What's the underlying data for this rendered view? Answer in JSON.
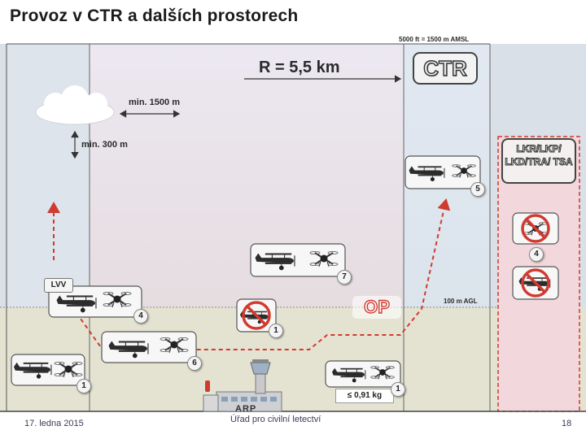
{
  "title": "Provoz v CTR a dalších prostorech",
  "labels": {
    "upper_limit": "5000 ft = 1500 m AMSL",
    "radius": "R = 5,5 km",
    "ctr": "CTR",
    "cloud_horizontal": "min. 1500 m",
    "cloud_vertical": "min. 300 m",
    "lkr_zone": "LKR/LKP/ LKD/TRA/ TSA",
    "lvv": "LVV",
    "op": "OP",
    "agl_limit": "100 m AGL",
    "weight": "≤ 0,91 kg",
    "arp": "ARP"
  },
  "markers": [
    "1",
    "4",
    "6",
    "7",
    "1",
    "1",
    "5",
    "4"
  ],
  "footer": {
    "date": "17. ledna 2015",
    "org": "Úřad pro civilní letectví",
    "page": "18"
  },
  "colors": {
    "sky_top": "#e9e3ee",
    "sky_bottom": "#e2d9dc",
    "ctr_column": "#dde5ee",
    "ground": "#e5e3cf",
    "restricted_zone": "#f3d9de",
    "route": "#d13a2f",
    "prohibited": "#d13a2f"
  },
  "icons": [
    "cloud-icon",
    "airplane-icon",
    "drone-icon",
    "prohibited-icon",
    "control-tower-icon",
    "windsock-icon"
  ]
}
